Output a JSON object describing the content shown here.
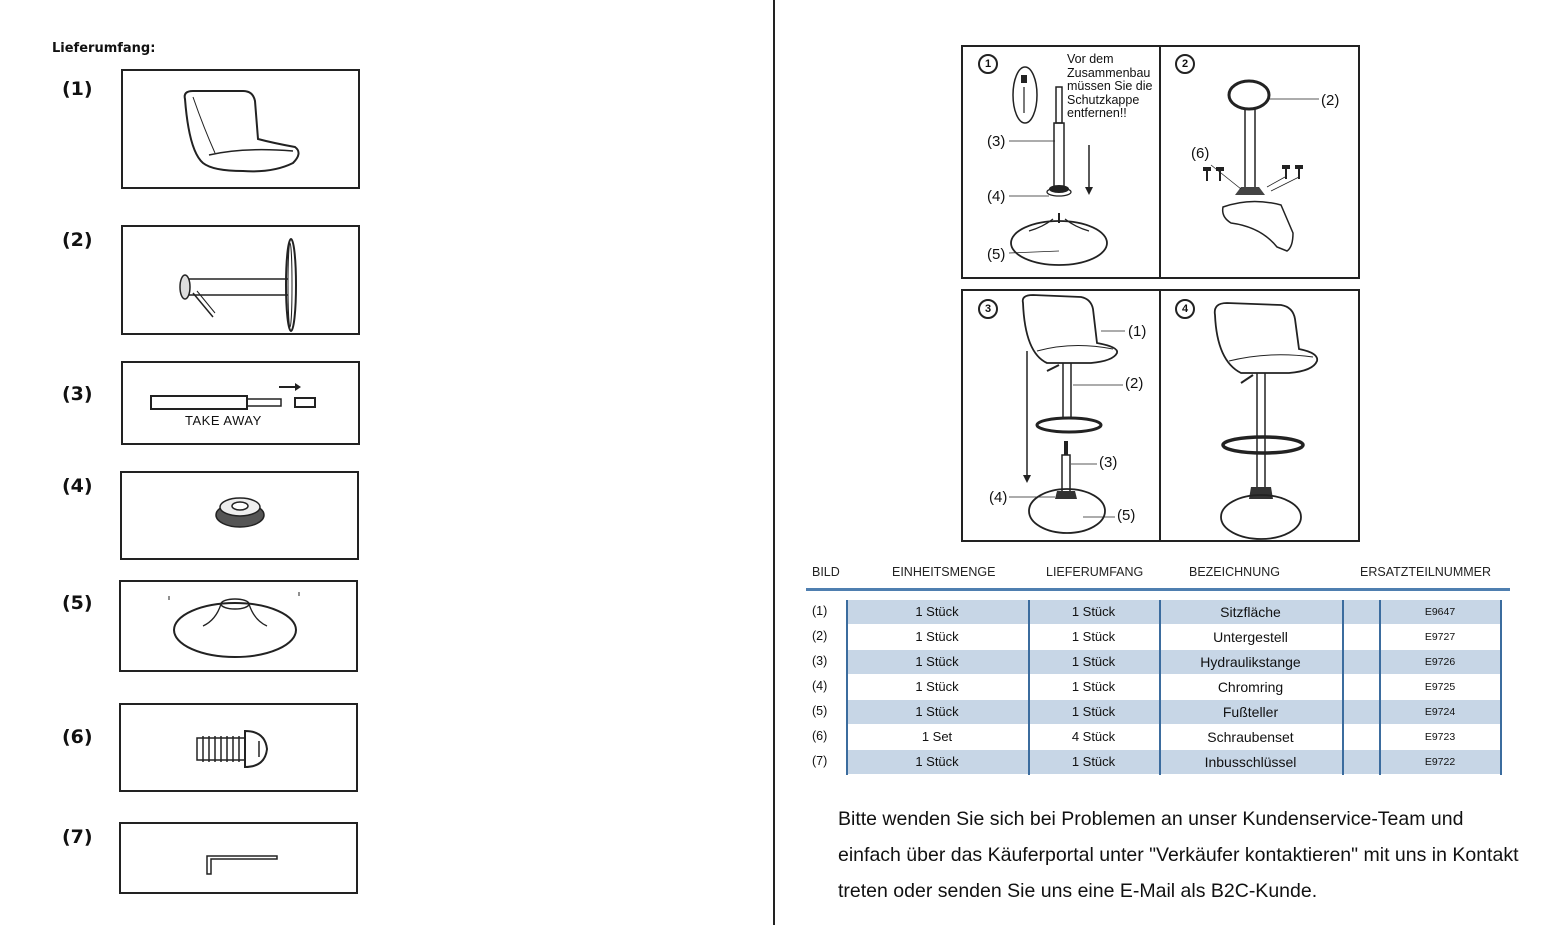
{
  "left": {
    "title": "Lieferumfang:",
    "parts": [
      {
        "num": "(1)",
        "icon": "seat-shell-icon"
      },
      {
        "num": "(2)",
        "icon": "base-column-icon"
      },
      {
        "num": "(3)",
        "icon": "hydraulic-rod-icon",
        "caption": "TAKE  AWAY"
      },
      {
        "num": "(4)",
        "icon": "chrome-ring-icon"
      },
      {
        "num": "(5)",
        "icon": "foot-plate-icon"
      },
      {
        "num": "(6)",
        "icon": "screw-icon"
      },
      {
        "num": "(7)",
        "icon": "allen-key-icon"
      }
    ]
  },
  "assembly": {
    "step1": {
      "step": "1",
      "note": "Vor dem Zusammenbau müssen Sie die Schutzkappe entfernen!!",
      "labels": [
        "(3)",
        "(4)",
        "(5)"
      ]
    },
    "step2": {
      "step": "2",
      "labels": [
        "(2)",
        "(6)"
      ]
    },
    "step3": {
      "step": "3",
      "labels": [
        "(1)",
        "(2)",
        "(3)",
        "(4)",
        "(5)"
      ]
    },
    "step4": {
      "step": "4"
    }
  },
  "table": {
    "headers": [
      "BILD",
      "EINHEITSMENGE",
      "LIEFERUMFANG",
      "BEZEICHNUNG",
      "ERSATZTEILNUMMER"
    ],
    "rows": [
      {
        "bild": "(1)",
        "menge": "1 Stück",
        "umfang": "1 Stück",
        "bez": "Sitzfläche",
        "nr": "E9647"
      },
      {
        "bild": "(2)",
        "menge": "1 Stück",
        "umfang": "1 Stück",
        "bez": "Untergestell",
        "nr": "E9727"
      },
      {
        "bild": "(3)",
        "menge": "1 Stück",
        "umfang": "1 Stück",
        "bez": "Hydraulikstange",
        "nr": "E9726"
      },
      {
        "bild": "(4)",
        "menge": "1 Stück",
        "umfang": "1 Stück",
        "bez": "Chromring",
        "nr": "E9725"
      },
      {
        "bild": "(5)",
        "menge": "1 Stück",
        "umfang": "1 Stück",
        "bez": "Fußteller",
        "nr": "E9724"
      },
      {
        "bild": "(6)",
        "menge": "1 Set",
        "umfang": "4 Stück",
        "bez": "Schraubenset",
        "nr": "E9723"
      },
      {
        "bild": "(7)",
        "menge": "1 Stück",
        "umfang": "1 Stück",
        "bez": "Inbusschlüssel",
        "nr": "E9722"
      }
    ]
  },
  "footer": "Bitte wenden Sie sich bei Problemen an unser Kundenservice-Team und einfach über das Käuferportal unter \"Verkäufer kontaktieren\" mit uns in Kontakt treten oder senden Sie uns eine E-Mail als B2C-Kunde."
}
